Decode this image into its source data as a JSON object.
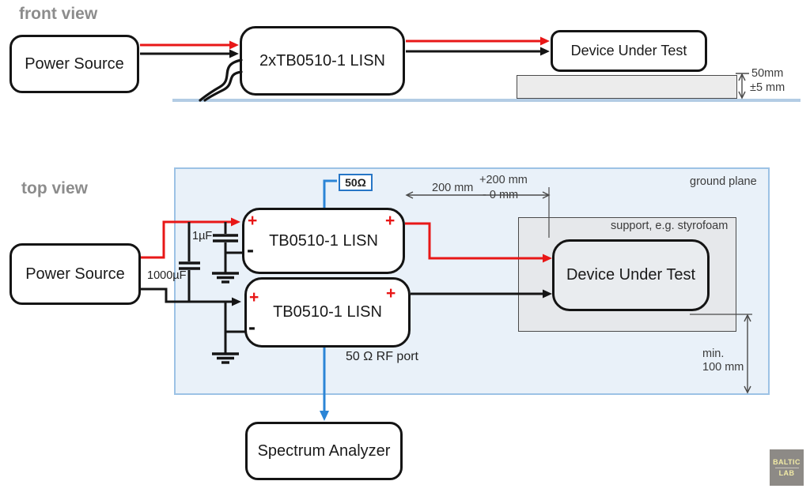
{
  "front_view": {
    "label": "front view",
    "power_source": "Power Source",
    "lisn": "2xTB0510-1 LISN",
    "dut": "Device Under Test",
    "height_dim_line1": "50mm",
    "height_dim_line2": "±5 mm"
  },
  "top_view": {
    "label": "top view",
    "ground_plane_label": "ground plane",
    "power_source": "Power Source",
    "cap_small": "1µF",
    "cap_large": "1000µF",
    "lisn1": "TB0510-1 LISN",
    "lisn2": "TB0510-1 LISN",
    "plus": "+",
    "minus": "-",
    "rf_load": "50Ω",
    "rf_port": "50 Ω RF port",
    "dut": "Device Under Test",
    "support": "support, e.g. styrofoam",
    "dim200_main": "200 mm",
    "dim200_tol_plus": "+200 mm",
    "dim200_tol_minus": "- 0 mm",
    "dim100_line1": "min.",
    "dim100_line2": "100 mm",
    "spectrum_analyzer": "Spectrum Analyzer"
  },
  "logo": {
    "line1": "BALTIC",
    "line2": "LAB"
  },
  "colors": {
    "wire_red": "#e81717",
    "wire_black": "#151515",
    "rf_blue": "#2b85d6",
    "ground_plane_fill": "#e9f1f9",
    "ground_plane_border": "#9cc2e5",
    "support_fill": "#e6e8eb",
    "dimension_gray": "#4a4a4a",
    "view_label_gray": "#8c8c8c",
    "ground_line_blue": "#b3cce4",
    "logo_bg": "#8d8a86",
    "logo_text": "#f2eba6"
  }
}
